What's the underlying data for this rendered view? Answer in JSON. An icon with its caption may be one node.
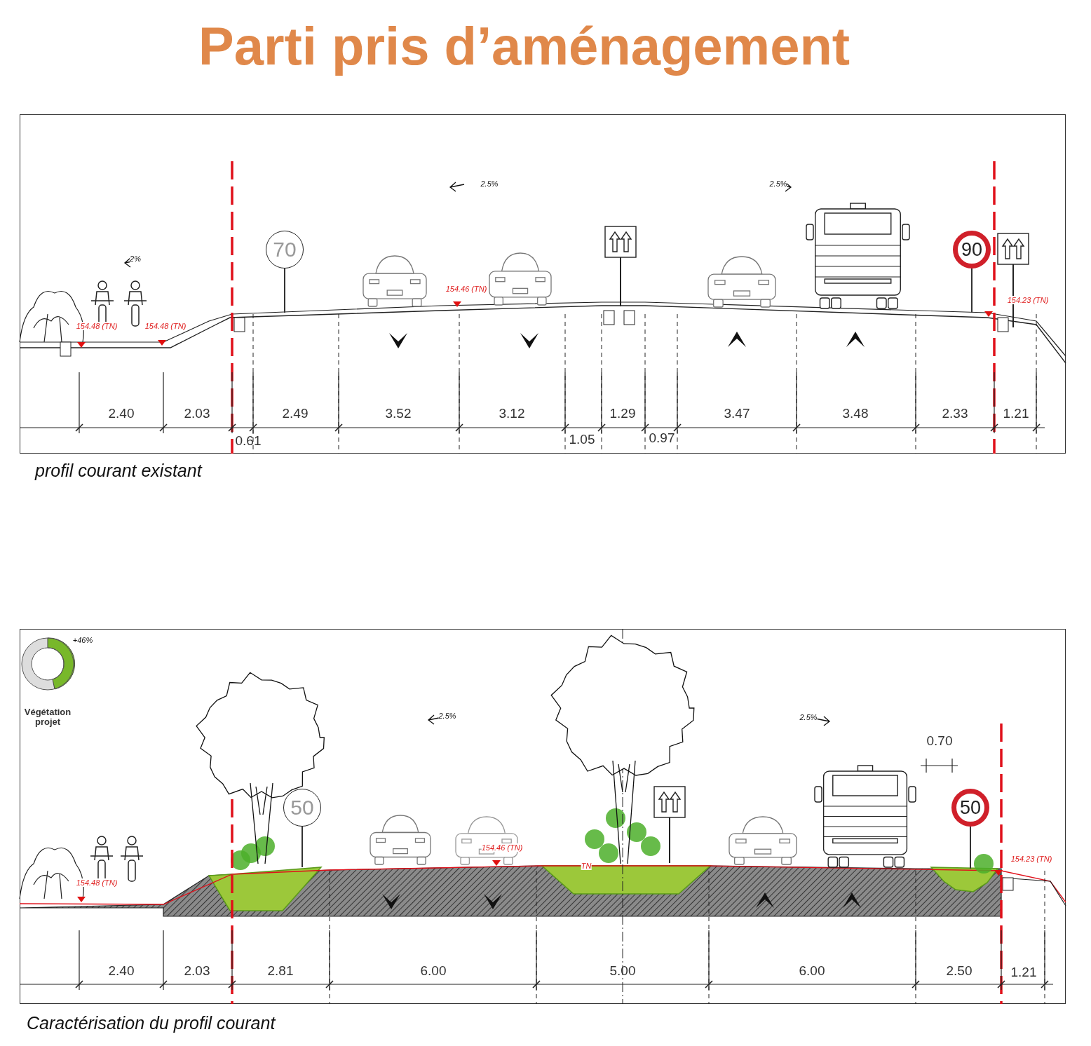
{
  "diagram": {
    "title": "Parti pris d’aménagement",
    "nodes": [
      {
        "text": [
          "profil courant existant"
        ]
      },
      {
        "text": [
          "70"
        ],
        "in": 0
      },
      {
        "text": [
          "90"
        ],
        "in": 0
      },
      {
        "text": [
          "Caractérisation du profil courant"
        ]
      },
      {
        "text": [
          "50"
        ],
        "in": 3
      },
      {
        "text": [
          "50"
        ],
        "in": 3
      }
    ],
    "labels": [
      "2%",
      "2.5%",
      "2.5%",
      "154.48 (TN)",
      "154.48 (TN)",
      "154.46 (TN)",
      "154.23 (TN)",
      "2.40",
      "2.03",
      "2.49",
      "3.52",
      "3.12",
      "1.29",
      "3.47",
      "3.48",
      "2.33",
      "1.21",
      "0.61",
      "1.05",
      "0.97",
      "+46%",
      "Végétation projet",
      "2.5%",
      "2.5%",
      "0.70",
      "154.48 (TN)",
      "154.46 (TN)",
      "TN",
      "154.23 (TN)",
      "2.40",
      "2.03",
      "2.81",
      "6.00",
      "5.00",
      "6.00",
      "2.50",
      "1.21"
    ]
  }
}
